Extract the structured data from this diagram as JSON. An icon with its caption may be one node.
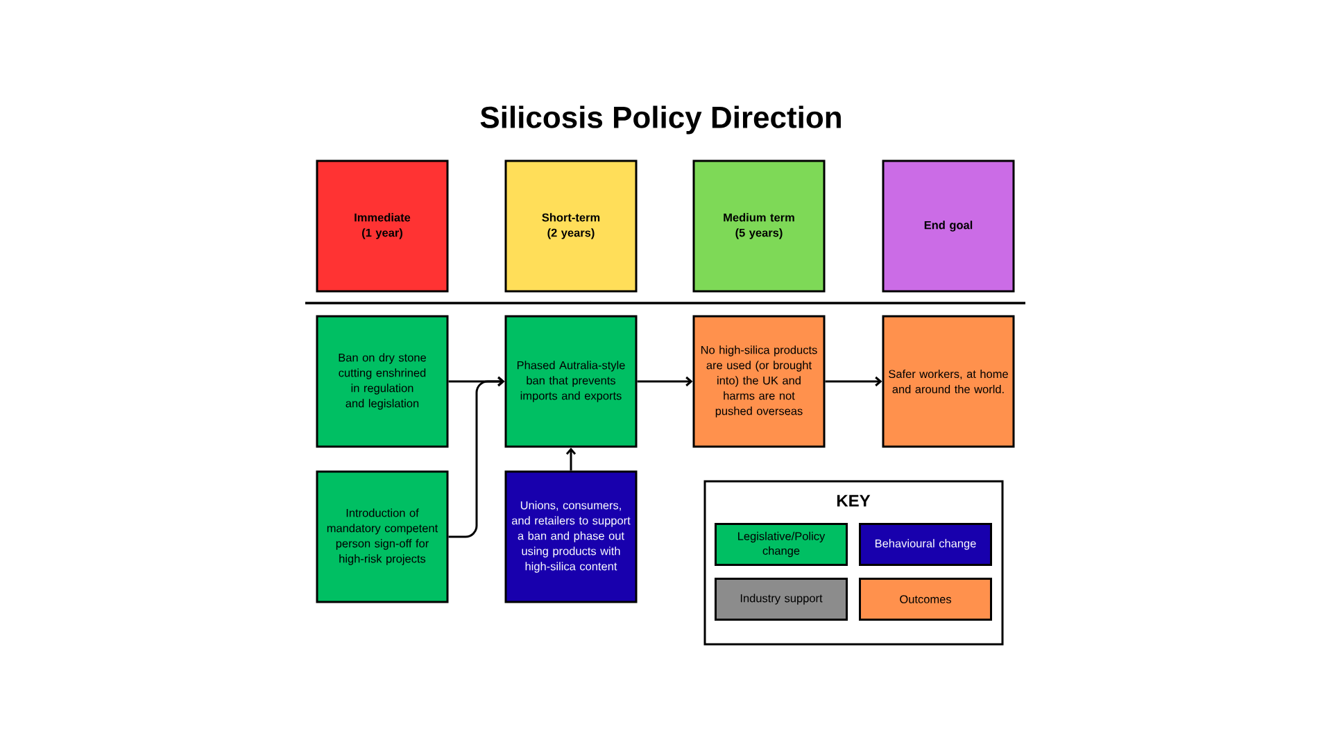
{
  "diagram": {
    "title": "Silicosis Policy Direction",
    "nodes": [
      {
        "text": [
          "Immediate",
          "(1 year)"
        ]
      },
      {
        "text": [
          "Short-term",
          "(2 years)"
        ]
      },
      {
        "text": [
          "Medium term",
          "(5 years)"
        ]
      },
      {
        "text": [
          "End goal"
        ]
      },
      {
        "text": [
          "Ban on dry stone cutting enshrined in regulation and legislation"
        ]
      },
      {
        "text": [
          "Phased Autralia-style ban that prevents imports and exports"
        ]
      },
      {
        "text": [
          "No high-silica products are used (or brought into) the UK and harms are not pushed overseas"
        ]
      },
      {
        "text": [
          "Safer workers, at home and around the world."
        ]
      },
      {
        "text": [
          "Introduction of mandatory competent person sign-off for high-risk projects"
        ]
      },
      {
        "text": [
          "Unions, consumers, and retailers to support a ban and phase out using products with high-silica content"
        ]
      }
    ],
    "edges": [
      {
        "from": 4,
        "to": 5,
        "arrow": "to"
      },
      {
        "from": 5,
        "to": 6,
        "arrow": "to"
      },
      {
        "from": 6,
        "to": 7,
        "arrow": "to"
      },
      {
        "from": 8,
        "to": 5,
        "arrow": "to"
      },
      {
        "from": 9,
        "to": 5,
        "arrow": "to"
      }
    ],
    "labels": [
      "KEY"
    ],
    "legend": [
      {
        "text": "Legislative/Policy change",
        "color": "#00bf63"
      },
      {
        "text": "Behavioural change",
        "color": "#1800ad"
      },
      {
        "text": "Industry support",
        "color": "#8c8c8c"
      },
      {
        "text": "Outcomes",
        "color": "#ff914d"
      }
    ]
  }
}
